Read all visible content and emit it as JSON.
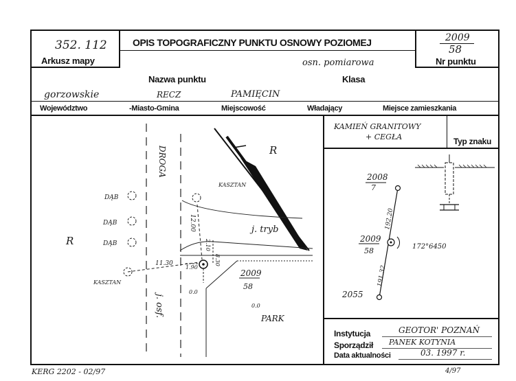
{
  "header": {
    "sheet_number": "352. 112",
    "sheet_label": "Arkusz mapy",
    "title": "OPIS TOPOGRAFICZNY PUNKTU OSNOWY POZIOMEJ",
    "point_number_top": "2009",
    "point_number_bottom": "58",
    "point_number_label": "Nr punktu",
    "point_name_value": "osn. pomiarowa",
    "point_name_label": "Nazwa punktu",
    "class_label": "Klasa"
  },
  "location": {
    "voivodeship": "gorzowskie",
    "city": "RECZ",
    "place": "PAMIĘCIN",
    "labels": {
      "voivodeship": "Województwo",
      "city": "-Miasto-Gmina",
      "place": "Miejscowość",
      "owner": "Władający",
      "residence": "Miejsce zamieszkania"
    }
  },
  "mark": {
    "type_text_1": "KAMIEŃ GRANITOWY",
    "type_text_2": "+ CEGŁA",
    "type_label": "Typ znaku"
  },
  "sketch": {
    "road_label": "DROGA",
    "road_label_2": "j. osf.",
    "r_left": "R",
    "r_top": "R",
    "oak_1": "DĄB",
    "oak_2": "DĄB",
    "oak_3": "DĄB",
    "chestnut_1": "KASZTAN",
    "chestnut_2": "KASZTAN",
    "gravel": "j. tryb",
    "park": "PARK",
    "point_top": "2009",
    "point_bottom": "58",
    "d1": "11.30",
    "d2": "12.00",
    "d3": "1.90",
    "d4": "2.10",
    "d5": "8.30",
    "d6": "0.0",
    "d7": "0.0"
  },
  "diagram": {
    "p1_top": "2008",
    "p1_bottom": "7",
    "p2_top": "2009",
    "p2_bottom": "58",
    "p3": "2055",
    "dist_upper": "192.20",
    "dist_lower": "191.32",
    "angle": "172°6450"
  },
  "footer": {
    "institution_label": "Instytucja",
    "institution_value": "GEOTOR' POZNAŃ",
    "author_label": "Sporządził",
    "author_value": "PANEK KOTYNIA",
    "date_label": "Data aktualności",
    "date_value": "03. 1997 r.",
    "form_code": "KERG 2202 - 02/97",
    "form_date": "4/97"
  }
}
